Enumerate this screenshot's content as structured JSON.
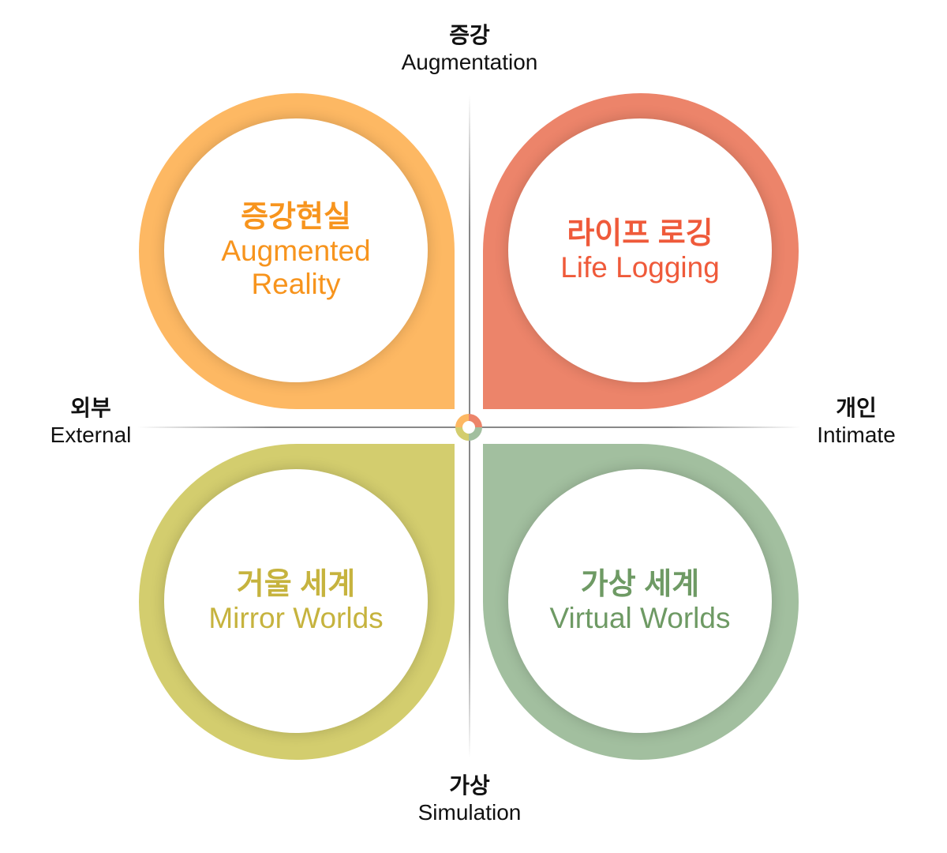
{
  "axes": {
    "top": {
      "ko": "증강",
      "en": "Augmentation"
    },
    "bottom": {
      "ko": "가상",
      "en": "Simulation"
    },
    "left": {
      "ko": "외부",
      "en": "External"
    },
    "right": {
      "ko": "개인",
      "en": "Intimate"
    }
  },
  "quadrants": [
    {
      "ko": "증강현실",
      "en_line1": "Augmented",
      "en_line2": "Reality",
      "color": "#FDB863",
      "text_color": "#F7941D"
    },
    {
      "ko": "라이프 로깅",
      "en_line1": "Life Logging",
      "color": "#EC846A",
      "text_color": "#EF5A3A"
    },
    {
      "ko": "거울 세계",
      "en_line1": "Mirror Worlds",
      "color": "#D3CD6E",
      "text_color": "#C6B33E"
    },
    {
      "ko": "가상 세계",
      "en_line1": "Virtual Worlds",
      "color": "#A2BF9F",
      "text_color": "#6E9A64"
    }
  ]
}
